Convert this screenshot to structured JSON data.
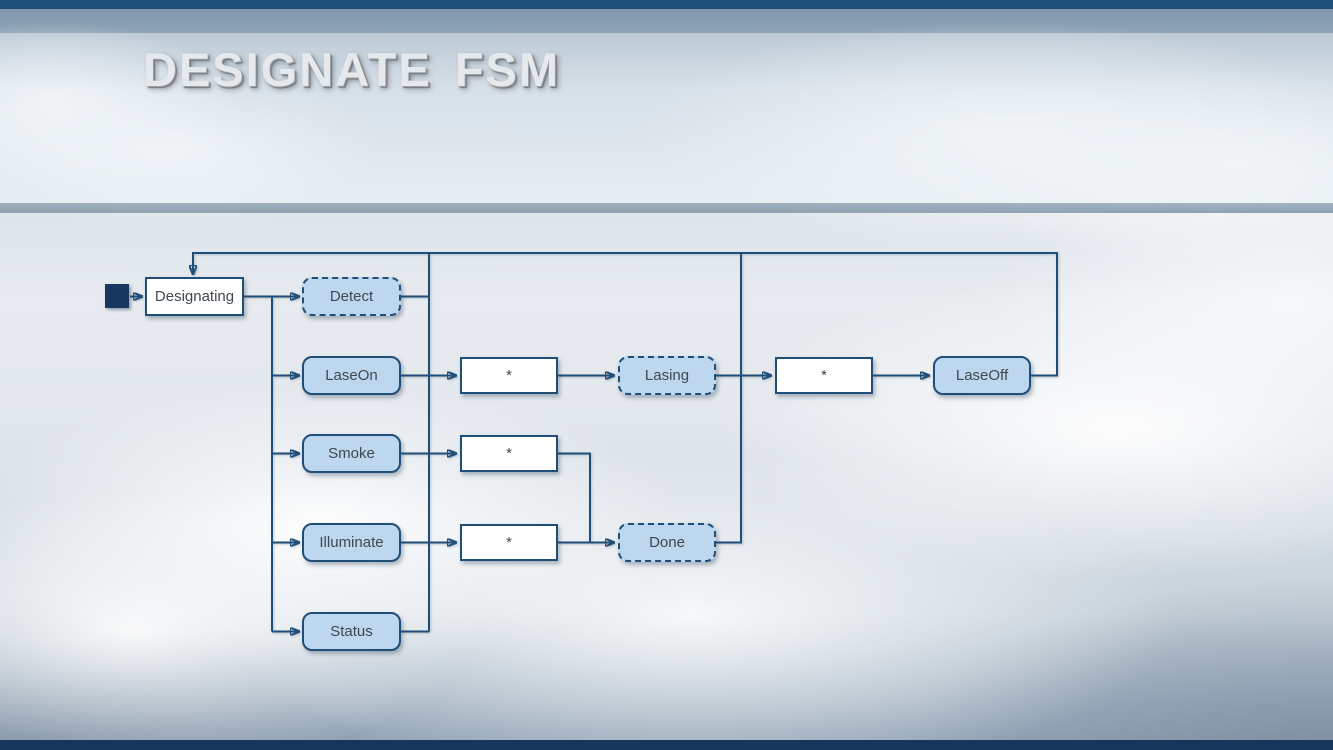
{
  "slide": {
    "title": "DESIGNATE FSM"
  },
  "diagram": {
    "type": "finite-state-machine",
    "labels": {
      "designating": "Designating",
      "detect": "Detect",
      "laseon": "LaseOn",
      "smoke": "Smoke",
      "illuminate": "Illuminate",
      "status": "Status",
      "lasing": "Lasing",
      "done": "Done",
      "laseoff": "LaseOff",
      "star": "*"
    },
    "colors": {
      "line": "#1F4E79",
      "state_fill": "#BDD7EE",
      "plain_fill": "#FFFFFF",
      "initial_fill": "#17375E",
      "text": "#3F4850",
      "top_bar": "#1F4E7B",
      "bottom_bar": "#16365C"
    },
    "transitions": [
      {
        "from": "initial",
        "to": "Designating"
      },
      {
        "from": "Designating",
        "to": "Detect"
      },
      {
        "from": "Designating",
        "to": "LaseOn"
      },
      {
        "from": "Designating",
        "to": "Smoke"
      },
      {
        "from": "Designating",
        "to": "Illuminate"
      },
      {
        "from": "Designating",
        "to": "Status"
      },
      {
        "from": "LaseOn",
        "to": "*"
      },
      {
        "from": "*",
        "to": "Lasing"
      },
      {
        "from": "Lasing",
        "to": "*"
      },
      {
        "from": "*",
        "to": "LaseOff"
      },
      {
        "from": "Smoke",
        "to": "*"
      },
      {
        "from": "Illuminate",
        "to": "*"
      },
      {
        "from": "*",
        "to": "Done"
      },
      {
        "from": "Detect",
        "to": "return-rail"
      },
      {
        "from": "Status",
        "to": "return-rail"
      },
      {
        "from": "Done",
        "to": "return-rail"
      },
      {
        "from": "LaseOff",
        "to": "Designating"
      }
    ]
  }
}
